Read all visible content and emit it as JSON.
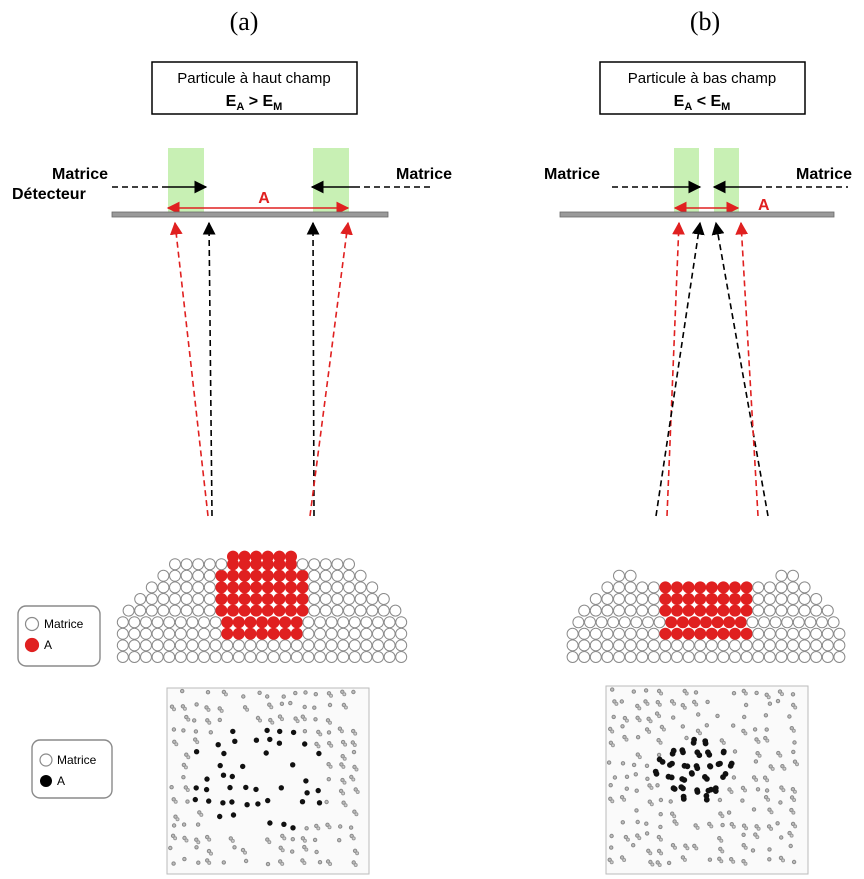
{
  "panels": [
    {
      "letter": "(a)",
      "title_line1": "Particule à haut champ",
      "eq_left": "E",
      "eq_left_sub": "A",
      "eq_op": " > ",
      "eq_right": "E",
      "eq_right_sub": "M",
      "matrice_left": "Matrice",
      "matrice_right": "Matrice",
      "detector_label": "Détecteur",
      "a_label": "A"
    },
    {
      "letter": "(b)",
      "title_line1": "Particule à bas champ",
      "eq_left": "E",
      "eq_left_sub": "A",
      "eq_op": " < ",
      "eq_right": "E",
      "eq_right_sub": "M",
      "matrice_left": "Matrice",
      "matrice_right": "Matrice",
      "a_label": "A"
    }
  ],
  "legend_model": {
    "matrix": "Matrice",
    "a": "A"
  },
  "legend_map": {
    "matrix": "Matrice",
    "a": "A"
  },
  "colors": {
    "red": "#e02020",
    "green_band": "#c8f0b4",
    "detector": "#9a9a9a",
    "atom_outline": "#8a8a8a"
  }
}
